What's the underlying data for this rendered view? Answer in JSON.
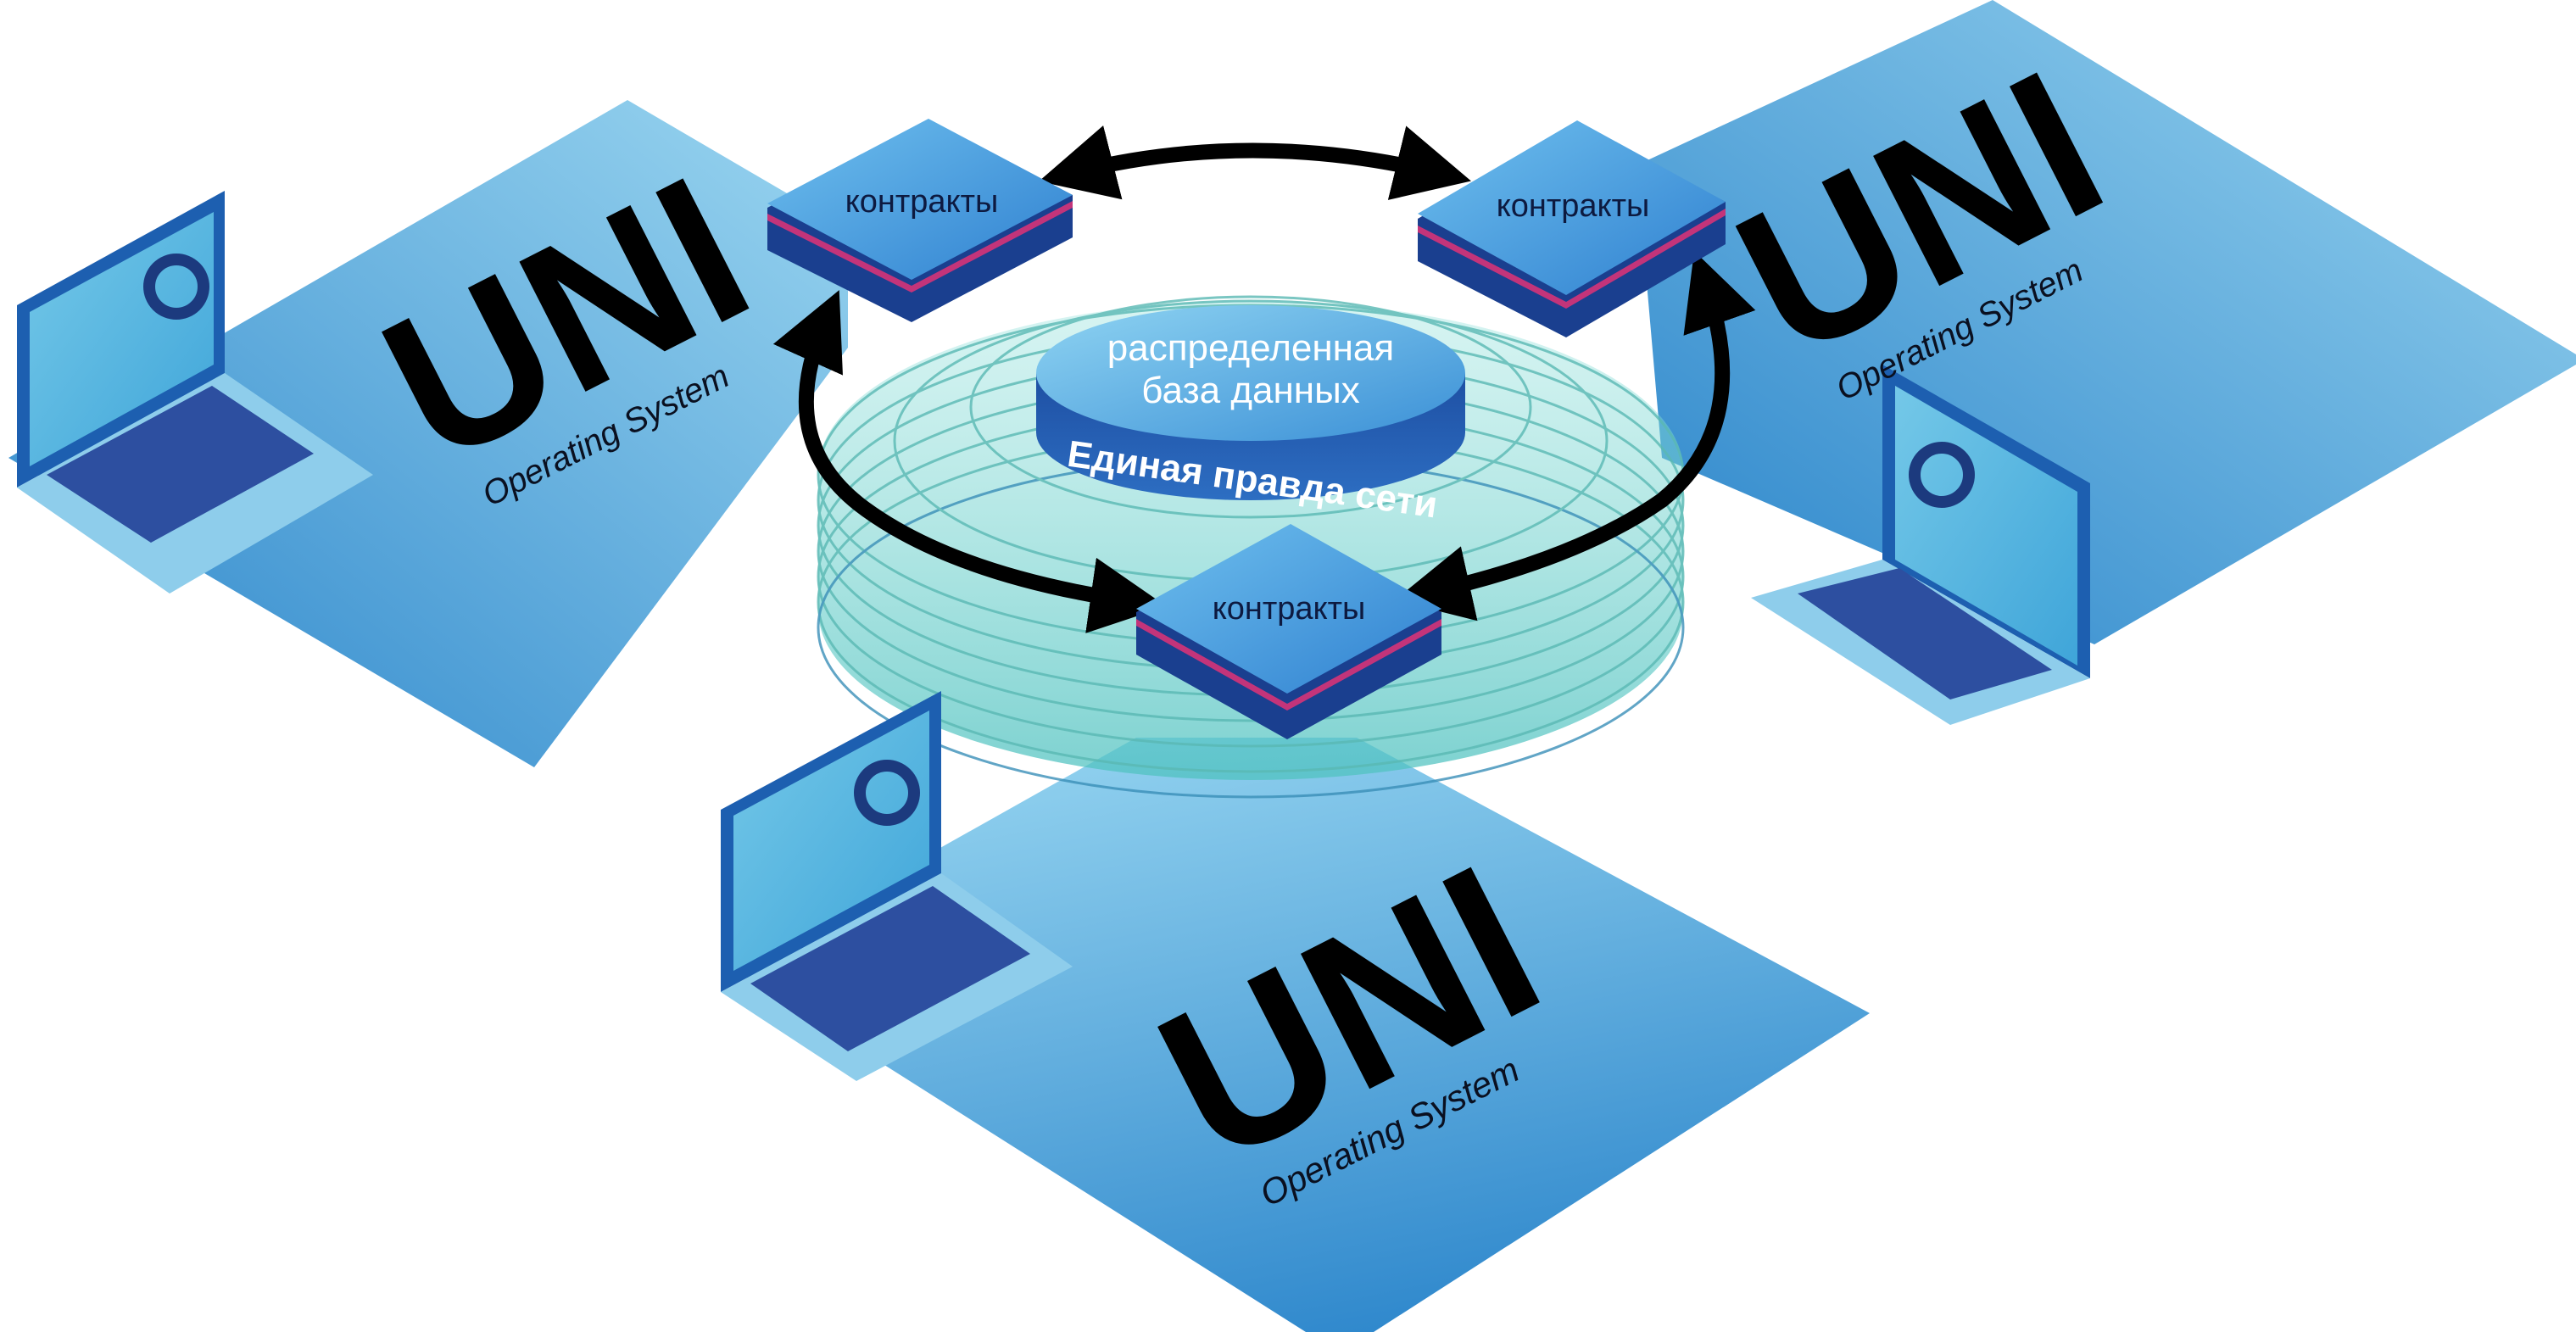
{
  "panels": [
    {
      "brand": "UNI",
      "subtitle": "Operating System"
    },
    {
      "brand": "UNI",
      "subtitle": "Operating System"
    },
    {
      "brand": "UNI",
      "subtitle": "Operating System"
    }
  ],
  "contracts": [
    {
      "label": "контракты"
    },
    {
      "label": "контракты"
    },
    {
      "label": "контракты"
    }
  ],
  "database": {
    "line1": "распределенная",
    "line2": "база данных"
  },
  "ring_caption": "Единая правда сети",
  "colors": {
    "panel_light": "#8fd0ee",
    "panel_dark": "#2c86cc",
    "tile_top": "#4aa0e0",
    "tile_stripe": "#c3347a",
    "ring": "#5cc8c4",
    "arrow": "#000000"
  },
  "icons": [
    "laptop-icon",
    "donut-chart-icon",
    "double-arrow-icon",
    "database-icon"
  ]
}
